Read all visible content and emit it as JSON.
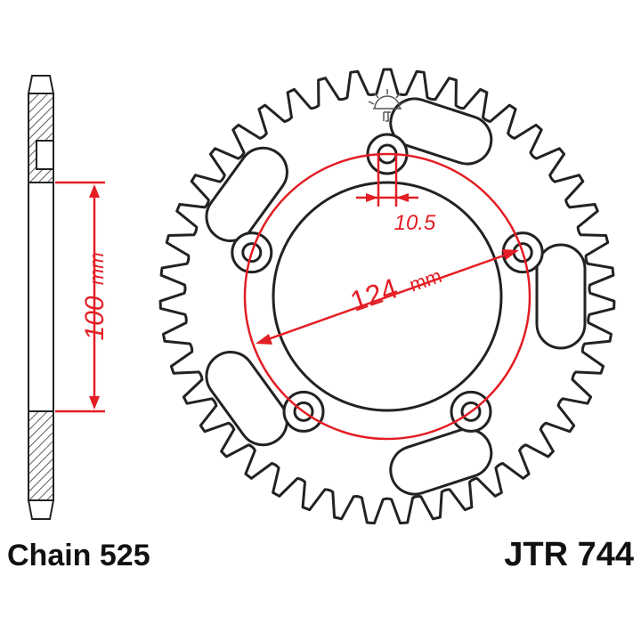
{
  "chain_label": "Chain 525",
  "part_number": "JTR 744",
  "dimensions": {
    "bolt_circle": "124 mm",
    "bolt_circle_value": "124",
    "bolt_circle_unit": "mm",
    "bolt_hole": "10.5",
    "center_bore": "100 mm",
    "center_bore_value": "100",
    "center_bore_unit": "mm"
  },
  "sprocket": {
    "teeth": 43,
    "bolt_holes": 5,
    "lightening_slots": 5
  },
  "colors": {
    "outline": "#222222",
    "dimension": "#e31e24",
    "background": "#ffffff"
  },
  "icons": [
    "jt-sun-logo-icon"
  ]
}
